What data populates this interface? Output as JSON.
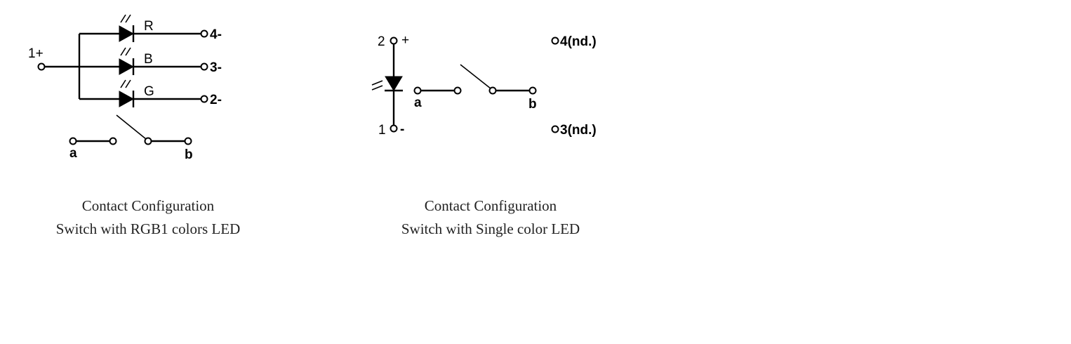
{
  "rgb_diagram": {
    "terminals": {
      "common": "1+",
      "red_out": "4-",
      "blue_out": "3-",
      "green_out": "2-"
    },
    "led_labels": {
      "red": "R",
      "blue": "B",
      "green": "G"
    },
    "switch_labels": {
      "a": "a",
      "b": "b"
    },
    "caption": {
      "line1": "Contact Configuration",
      "line2": "Switch with RGB1 colors LED"
    }
  },
  "single_diagram": {
    "terminals": {
      "plus_number": "2",
      "plus_sign": "+",
      "minus_number": "1",
      "minus_sign": "-",
      "nd_top": "4(nd.)",
      "nd_bottom": "3(nd.)"
    },
    "switch_labels": {
      "a": "a",
      "b": "b"
    },
    "caption": {
      "line1": "Contact Configuration",
      "line2": "Switch with Single color LED"
    }
  }
}
